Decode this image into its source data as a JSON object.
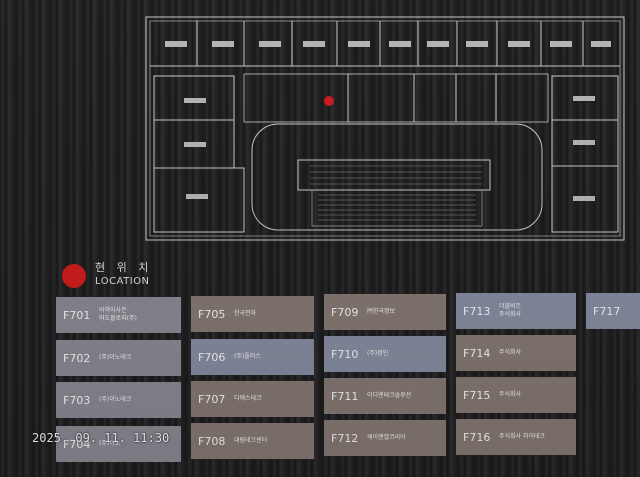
{
  "floorplan": {
    "current_location_marker": "red-dot"
  },
  "legend": {
    "label_ko": "현 위 치",
    "label_en": "LOCATION",
    "marker_color": "#d81e1e"
  },
  "directory": {
    "plates": [
      {
        "room": "F701",
        "tenant": "아역이사은\n미도몰로지(주)",
        "color": "#8e8f98"
      },
      {
        "room": "F702",
        "tenant": "(주)이노테크",
        "color": "#8e8f98"
      },
      {
        "room": "F703",
        "tenant": "(주)이노테크",
        "color": "#8e8f98"
      },
      {
        "room": "F704",
        "tenant": "(주)이노",
        "color": "#8e8f98"
      },
      {
        "room": "F705",
        "tenant": "한국전자",
        "color": "#8a7d77"
      },
      {
        "room": "F706",
        "tenant": "(주)플러스",
        "color": "#8c92a8"
      },
      {
        "room": "F707",
        "tenant": "디에스테크",
        "color": "#8a7d77"
      },
      {
        "room": "F708",
        "tenant": "대림테크센터",
        "color": "#8a7d77"
      },
      {
        "room": "F709",
        "tenant": "㈜한국정보",
        "color": "#8a7d77"
      },
      {
        "room": "F710",
        "tenant": "(주)정인",
        "color": "#8c92a8"
      },
      {
        "room": "F711",
        "tenant": "이디엔테크솔루션",
        "color": "#8a7d77"
      },
      {
        "room": "F712",
        "tenant": "케이앤엘코리아",
        "color": "#8a7d77"
      },
      {
        "room": "F713",
        "tenant": "더블비즈\n주식회사",
        "color": "#8c92a8"
      },
      {
        "room": "F714",
        "tenant": "주식회사",
        "color": "#8a7d77"
      },
      {
        "room": "F715",
        "tenant": "주식회사",
        "color": "#8a7d77"
      },
      {
        "room": "F716",
        "tenant": "주식회사 하이테크",
        "color": "#8a7d77"
      },
      {
        "room": "F717",
        "tenant": "",
        "color": "#8c92a8"
      }
    ]
  },
  "photo": {
    "timestamp": "2025. 09. 11. 11:30"
  }
}
